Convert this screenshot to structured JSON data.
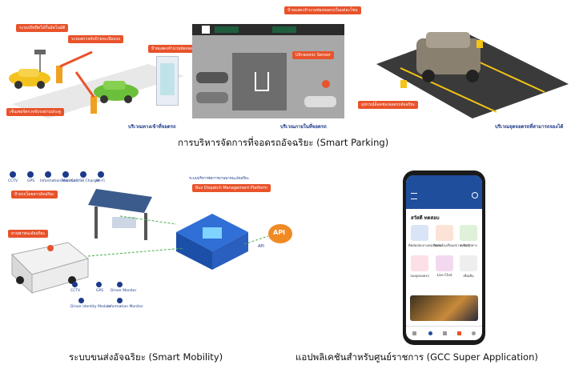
{
  "parking": {
    "tags": {
      "auto_barrier": "ระบบเปิดปิดไม้กั้นอัตโนมัติ",
      "lpr": "ระบบตรวจจับป้ายทะเบียนรถ",
      "gate_sensor": "เซ็นเซอร์ตรวจจับรถผ่านประตู",
      "display_sign": "ป้ายแสดงจำนวนช่องจอดว่าง",
      "count_sign": "ป้ายแสดงจำนวนช่องจอดรถในแต่ละโซน",
      "ultrasonic": "Ultrasonic Sensor",
      "reservation": "อุปกรณ์ล็อคช่องจอดรถอัจฉริยะ"
    },
    "captions": {
      "entrance": "บริเวณทางเข้าที่จอดรถ",
      "inside": "บริเวณภายในที่จอดรถ",
      "reserved": "บริเวณจุดจอดรถที่สามารถจองได้"
    },
    "title": "การบริหารจัดการที่จอดรถอัจฉริยะ (Smart Parking)"
  },
  "mobility": {
    "platform_small": "ระบบบริหารจัดการยานพาหนะอัจฉริยะ",
    "platform_tag": "Bus Dispatch Management Platform",
    "bus_stop_tag": "ป้ายรถโดยสารอัจฉริยะ",
    "bus_tag": "ยานพาหนะอัจฉริยะ",
    "api_label": "API",
    "api_badge": "API",
    "stop_icons": [
      "CCTV",
      "GPS",
      "Information Monitor",
      "Solar Cell",
      "USB Charger",
      "Wi-Fi"
    ],
    "bus_icons": [
      "CCTV",
      "GPS",
      "Driver Monitor",
      "Driver Identity Module",
      "Information Monitor"
    ],
    "title": "ระบบขนส่งอัจฉริยะ (Smart Mobility)"
  },
  "app": {
    "greeting": "สวัสดี ทดสอบ",
    "tiles": [
      "ติดต่อสอบถามหน่วยงาน",
      "ติดต่อร้องเรียนสถานบริการ",
      "ระบบนำทาง",
      "จองจุดจอดรถ",
      "Live Chat",
      "เพิ่มเติม"
    ],
    "title": "แอปพลิเคชันสำหรับศูนย์ราชการ (GCC Super Application)"
  },
  "colors": {
    "accent_orange": "#e8532b",
    "caption_blue": "#1d3a8a",
    "app_blue": "#1f4e9c"
  }
}
